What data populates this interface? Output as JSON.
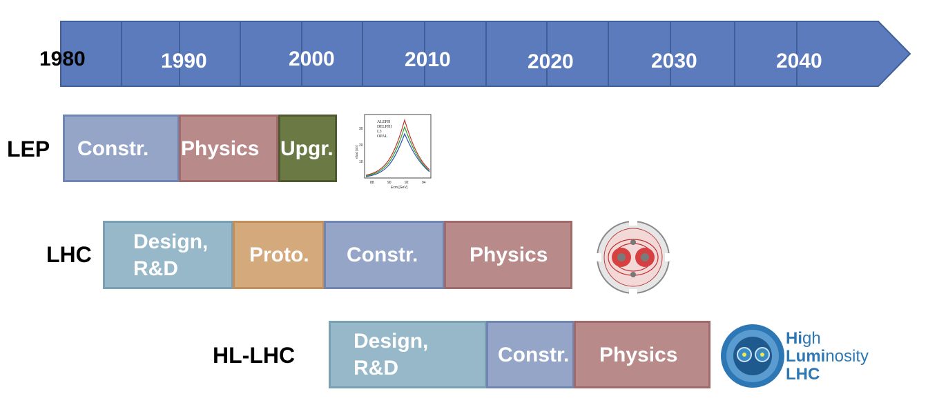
{
  "timeline": {
    "years": [
      "1980",
      "1990",
      "2000",
      "2010",
      "2020",
      "2030",
      "2040"
    ]
  },
  "rows": {
    "lep": {
      "label": "LEP",
      "phases": [
        "Constr.",
        "Physics",
        "Upgr."
      ],
      "plot_text": {
        "legend": [
          "ALEPH",
          "DELPHI",
          "L3",
          "OPAL"
        ],
        "ylabel": "σhad [nb]",
        "xlabel": "Ecm [GeV]",
        "xticks": [
          "88",
          "90",
          "92",
          "94"
        ],
        "yticks": [
          "10",
          "20",
          "30"
        ]
      }
    },
    "lhc": {
      "label": "LHC",
      "phases": [
        "Design,",
        "R&D",
        "Proto.",
        "Constr.",
        "Physics"
      ]
    },
    "hllhc": {
      "label": "HL-LHC",
      "phases": [
        "Design,",
        "R&D",
        "Constr.",
        "Physics"
      ],
      "logo": {
        "line1_a": "Hi",
        "line1_b": "gh",
        "line2_a": "Lumi",
        "line2_b": "nosity",
        "line3": "LHC"
      }
    }
  },
  "colors": {
    "arrow": "#5b7bbd",
    "arrow_border": "#3f5f9a",
    "constr": "#94a5c8",
    "physics": "#b98a8a",
    "upgr": "#6b7a45",
    "design": "#96b8c8",
    "proto": "#d4a97c",
    "logo_blue": "#2d77b5"
  }
}
